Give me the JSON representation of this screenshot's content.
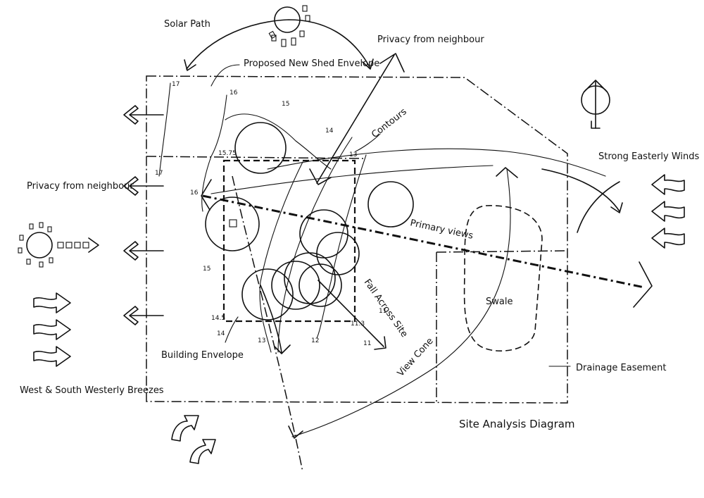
{
  "labels": {
    "solar_path": "Solar Path",
    "privacy_top": "Privacy from neighbour",
    "proposed_shed": "Proposed New Shed Envelope",
    "contours": "Contours",
    "strong_winds": "Strong Easterly Winds",
    "privacy_left": "Privacy from neighbour",
    "primary_views": "Primary views",
    "fall_across_site": "Fall Across Site",
    "swale": "Swale",
    "view_cone": "View Cone",
    "building_envelope": "Building Envelope",
    "drainage_easement": "Drainage Easement",
    "west_breezes": "West & South Westerly Breezes",
    "title": "Site Analysis Diagram"
  },
  "contour_numbers": [
    "17",
    "16",
    "15",
    "14",
    "13",
    "17",
    "16",
    "15",
    "12",
    "14",
    "13",
    "11",
    "11",
    "14.5",
    "15.75",
    "11.3"
  ],
  "icons": [
    "sun-icon",
    "north-arrow-icon",
    "wind-arrow-icon",
    "breeze-arrow-icon",
    "tree-icon"
  ]
}
